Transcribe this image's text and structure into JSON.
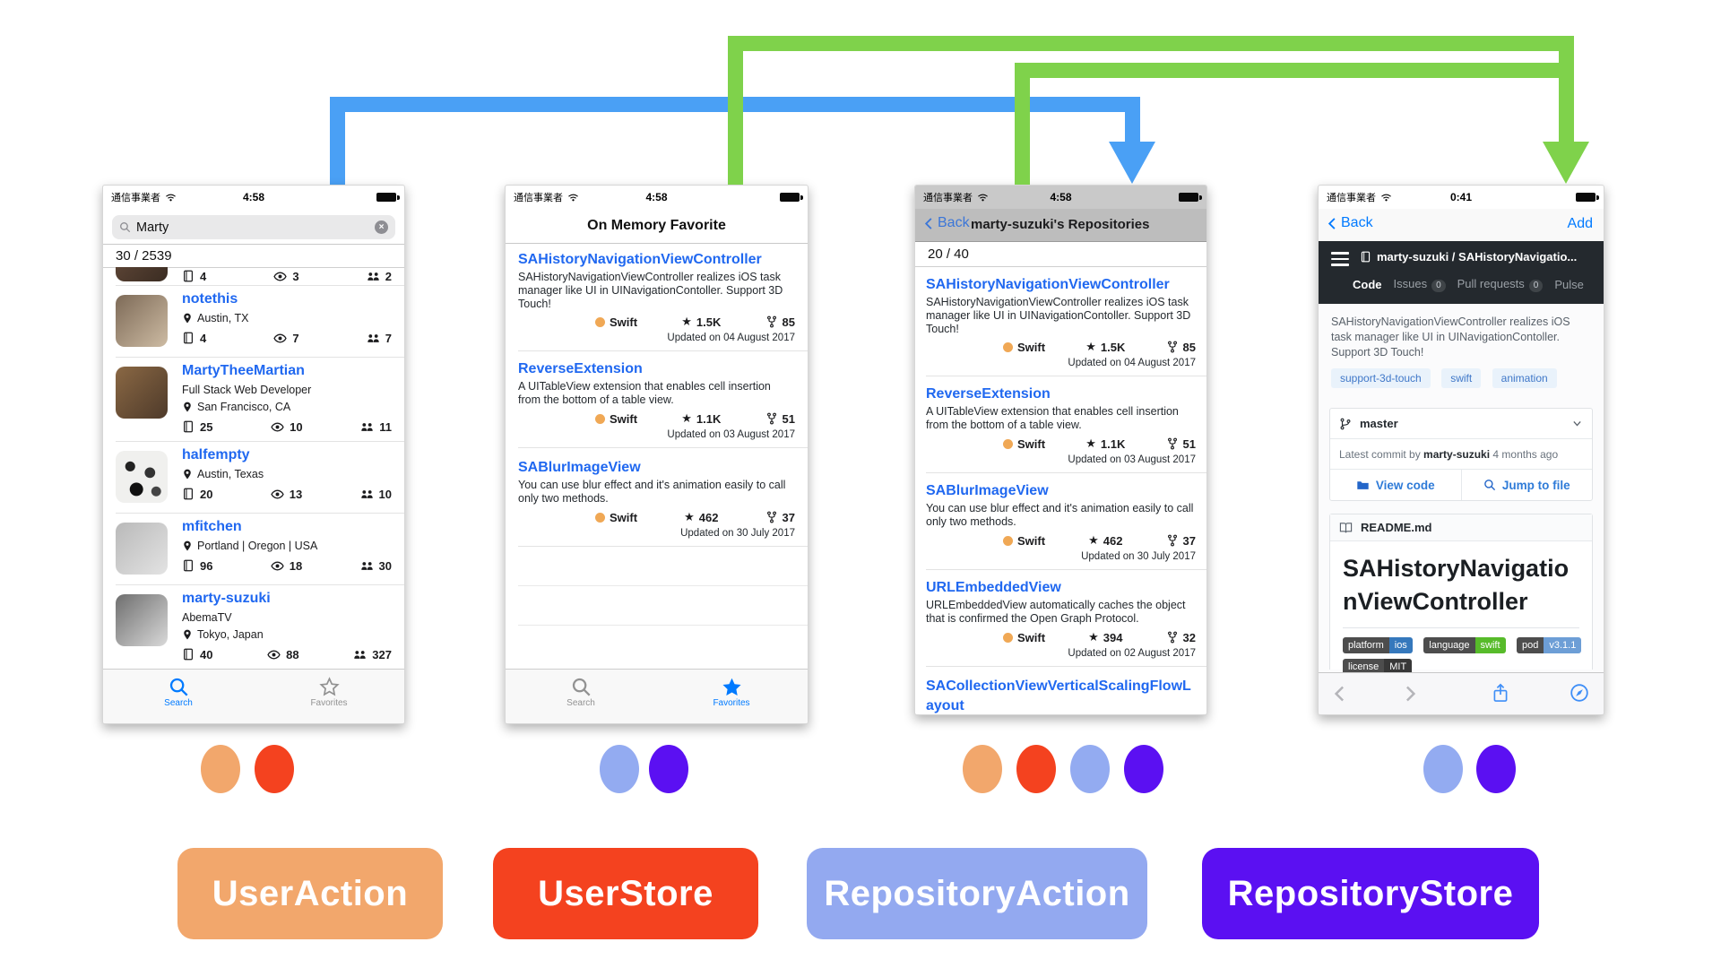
{
  "colors": {
    "arrow_blue": "#4AA0F5",
    "arrow_green": "#7FD24B"
  },
  "icons": {
    "star": "★"
  },
  "dots": {
    "phone1": [
      "#F2A76C",
      "#F4421F"
    ],
    "phone2": [
      "#93ABF1",
      "#5B10F2"
    ],
    "phone3": [
      "#F2A76C",
      "#F4421F",
      "#93ABF1",
      "#5B10F2"
    ],
    "phone4": [
      "#93ABF1",
      "#5B10F2"
    ]
  },
  "legend": [
    {
      "label": "UserAction",
      "color": "#F2A76C"
    },
    {
      "label": "UserStore",
      "color": "#F4421F"
    },
    {
      "label": "RepositoryAction",
      "color": "#93A9F0"
    },
    {
      "label": "RepositoryStore",
      "color": "#5B10F2"
    }
  ],
  "swift_dot_color": "#F0A855",
  "phone1": {
    "status": {
      "carrier": "通信事業者",
      "time": "4:58"
    },
    "search_value": "Marty",
    "result_count": "30 / 2539",
    "partial_row": {
      "repos": "4",
      "watchers": "3",
      "followers": "2"
    },
    "users": [
      {
        "name": "notethis",
        "bio": "",
        "location": "Austin, TX",
        "repos": "4",
        "watchers": "7",
        "followers": "7"
      },
      {
        "name": "MartyTheeMartian",
        "bio": "Full Stack Web Developer",
        "location": "San Francisco, CA",
        "repos": "25",
        "watchers": "10",
        "followers": "11"
      },
      {
        "name": "halfempty",
        "bio": "",
        "location": "Austin, Texas",
        "repos": "20",
        "watchers": "13",
        "followers": "10"
      },
      {
        "name": "mfitchen",
        "bio": "",
        "location": "Portland | Oregon | USA",
        "repos": "96",
        "watchers": "18",
        "followers": "30"
      },
      {
        "name": "marty-suzuki",
        "bio": "AbemaTV",
        "location": "Tokyo, Japan",
        "repos": "40",
        "watchers": "88",
        "followers": "327"
      }
    ],
    "tabs": {
      "search": "Search",
      "favorites": "Favorites"
    }
  },
  "phone2": {
    "status": {
      "carrier": "通信事業者",
      "time": "4:58"
    },
    "title": "On Memory Favorite",
    "repos": [
      {
        "name": "SAHistoryNavigationViewController",
        "description": "SAHistoryNavigationViewController realizes iOS task manager like UI in UINavigationContoller. Support 3D Touch!",
        "language": "Swift",
        "stars": "1.5K",
        "forks": "85",
        "updated": "Updated on 04 August 2017"
      },
      {
        "name": "ReverseExtension",
        "description": "A UITableView extension that enables cell insertion from the bottom of a table view.",
        "language": "Swift",
        "stars": "1.1K",
        "forks": "51",
        "updated": "Updated on 03 August 2017"
      },
      {
        "name": "SABlurImageView",
        "description": "You can use blur effect and it's animation easily to call only two methods.",
        "language": "Swift",
        "stars": "462",
        "forks": "37",
        "updated": "Updated on 30 July 2017"
      }
    ],
    "tabs": {
      "search": "Search",
      "favorites": "Favorites"
    }
  },
  "phone3": {
    "status": {
      "carrier": "通信事業者",
      "time": "4:58"
    },
    "back": "Back",
    "title": "marty-suzuki's Repositories",
    "result_count": "20 / 40",
    "repos": [
      {
        "name": "SAHistoryNavigationViewController",
        "description": "SAHistoryNavigationViewController realizes iOS task manager like UI in UINavigationContoller. Support 3D Touch!",
        "language": "Swift",
        "stars": "1.5K",
        "forks": "85",
        "updated": "Updated on 04 August 2017"
      },
      {
        "name": "ReverseExtension",
        "description": "A UITableView extension that enables cell insertion from the bottom of a table view.",
        "language": "Swift",
        "stars": "1.1K",
        "forks": "51",
        "updated": "Updated on 03 August 2017"
      },
      {
        "name": "SABlurImageView",
        "description": "You can use blur effect and it's animation easily to call only two methods.",
        "language": "Swift",
        "stars": "462",
        "forks": "37",
        "updated": "Updated on 30 July 2017"
      },
      {
        "name": "URLEmbeddedView",
        "description": "URLEmbeddedView automatically caches the object that is confirmed the Open Graph Protocol.",
        "language": "Swift",
        "stars": "394",
        "forks": "32",
        "updated": "Updated on 02 August 2017"
      }
    ],
    "partial_repo": "SACollectionViewVerticalScalingFlowLayout"
  },
  "phone4": {
    "status": {
      "carrier": "通信事業者",
      "time": "0:41"
    },
    "back": "Back",
    "add": "Add",
    "github": {
      "repo_path": "marty-suzuki / SAHistoryNavigatio...",
      "nav_tabs": [
        {
          "label": "Code"
        },
        {
          "label": "Issues",
          "count": "0"
        },
        {
          "label": "Pull requests",
          "count": "0"
        },
        {
          "label": "Pulse"
        }
      ],
      "description": "SAHistoryNavigationViewController realizes iOS task manager like UI in UINavigationContoller. Support 3D Touch!",
      "topics": [
        "support-3d-touch",
        "swift",
        "animation"
      ],
      "branch": "master",
      "commit_prefix": "Latest commit by",
      "commit_author": "marty-suzuki",
      "commit_time": "4 months ago",
      "view_code": "View code",
      "jump_to_file": "Jump to file",
      "readme_file": "README.md",
      "readme_heading": "SAHistoryNavigationViewController",
      "badges": [
        {
          "label": "platform",
          "value": "ios",
          "color": "#3578BC"
        },
        {
          "label": "language",
          "value": "swift",
          "color": "#57BB2A"
        },
        {
          "label": "pod",
          "value": "v3.1.1",
          "color": "#6D9ED6"
        },
        {
          "label": "license",
          "value": "MIT",
          "color": "#383838"
        }
      ]
    }
  }
}
